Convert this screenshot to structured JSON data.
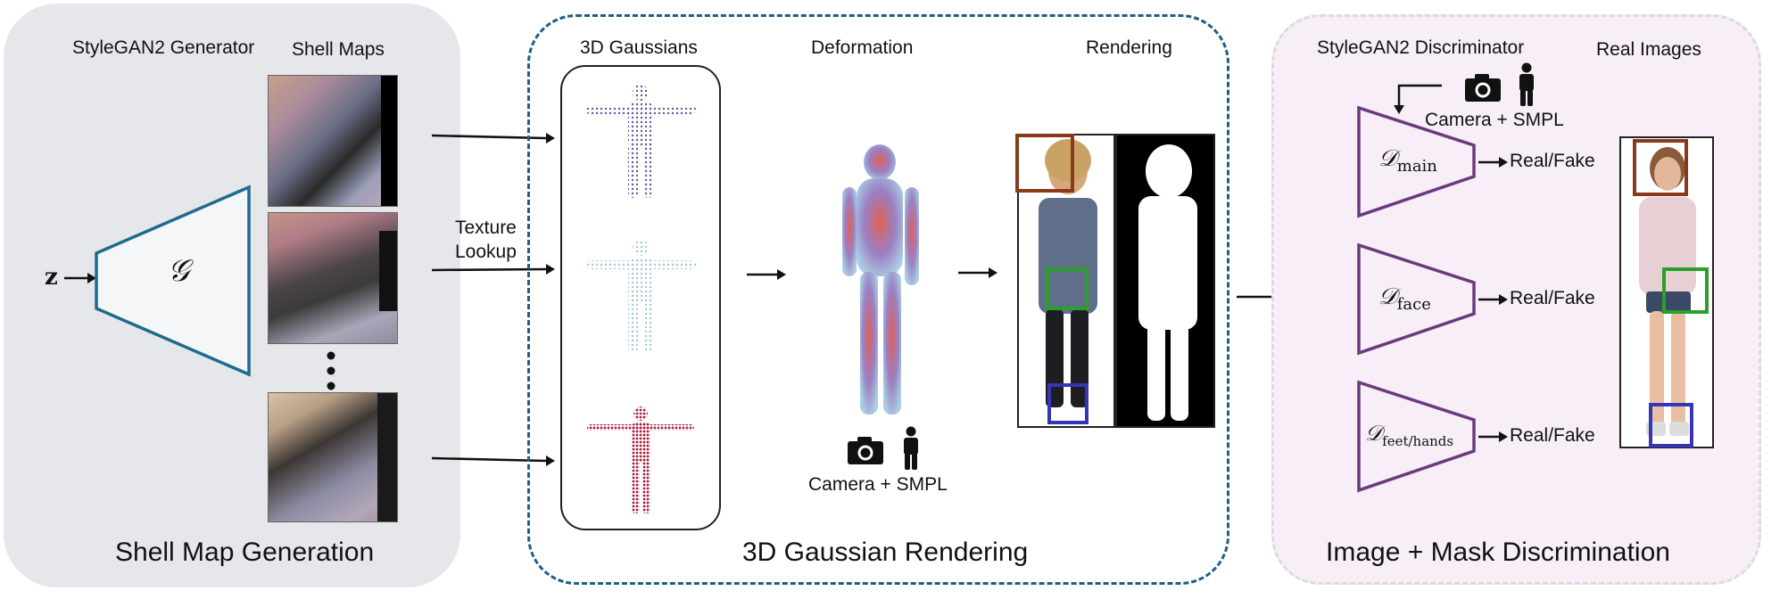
{
  "panels": {
    "generation": {
      "title": "Shell Map Generation",
      "generator_label": "StyleGAN2 Generator",
      "shell_maps_label": "Shell Maps",
      "input_symbol": "z",
      "generator_symbol": "𝒢"
    },
    "rendering": {
      "title": "3D Gaussian Rendering",
      "gaussians_label": "3D Gaussians",
      "deformation_label": "Deformation",
      "rendering_label": "Rendering",
      "texture_lookup_line1": "Texture",
      "texture_lookup_line2": "Lookup",
      "camera_smpl_label": "Camera + SMPL"
    },
    "discrimination": {
      "title": "Image + Mask Discrimination",
      "discriminator_label": "StyleGAN2 Discriminator",
      "real_images_label": "Real Images",
      "camera_smpl_label": "Camera + SMPL",
      "discriminators": [
        {
          "symbol": "𝒟",
          "subscript": "main",
          "output": "Real/Fake"
        },
        {
          "symbol": "𝒟",
          "subscript": "face",
          "output": "Real/Fake"
        },
        {
          "symbol": "𝒟",
          "subscript": "feet/hands",
          "output": "Real/Fake"
        }
      ]
    }
  },
  "colors": {
    "generator_stroke": "#1f6a8f",
    "dashed_border": "#1f5f86",
    "discriminator_stroke": "#6b3a7d",
    "face_box": "#8a3a1a",
    "hand_box": "#2aa02a",
    "feet_box": "#3535b5"
  },
  "icons": [
    "camera-icon",
    "person-icon"
  ]
}
